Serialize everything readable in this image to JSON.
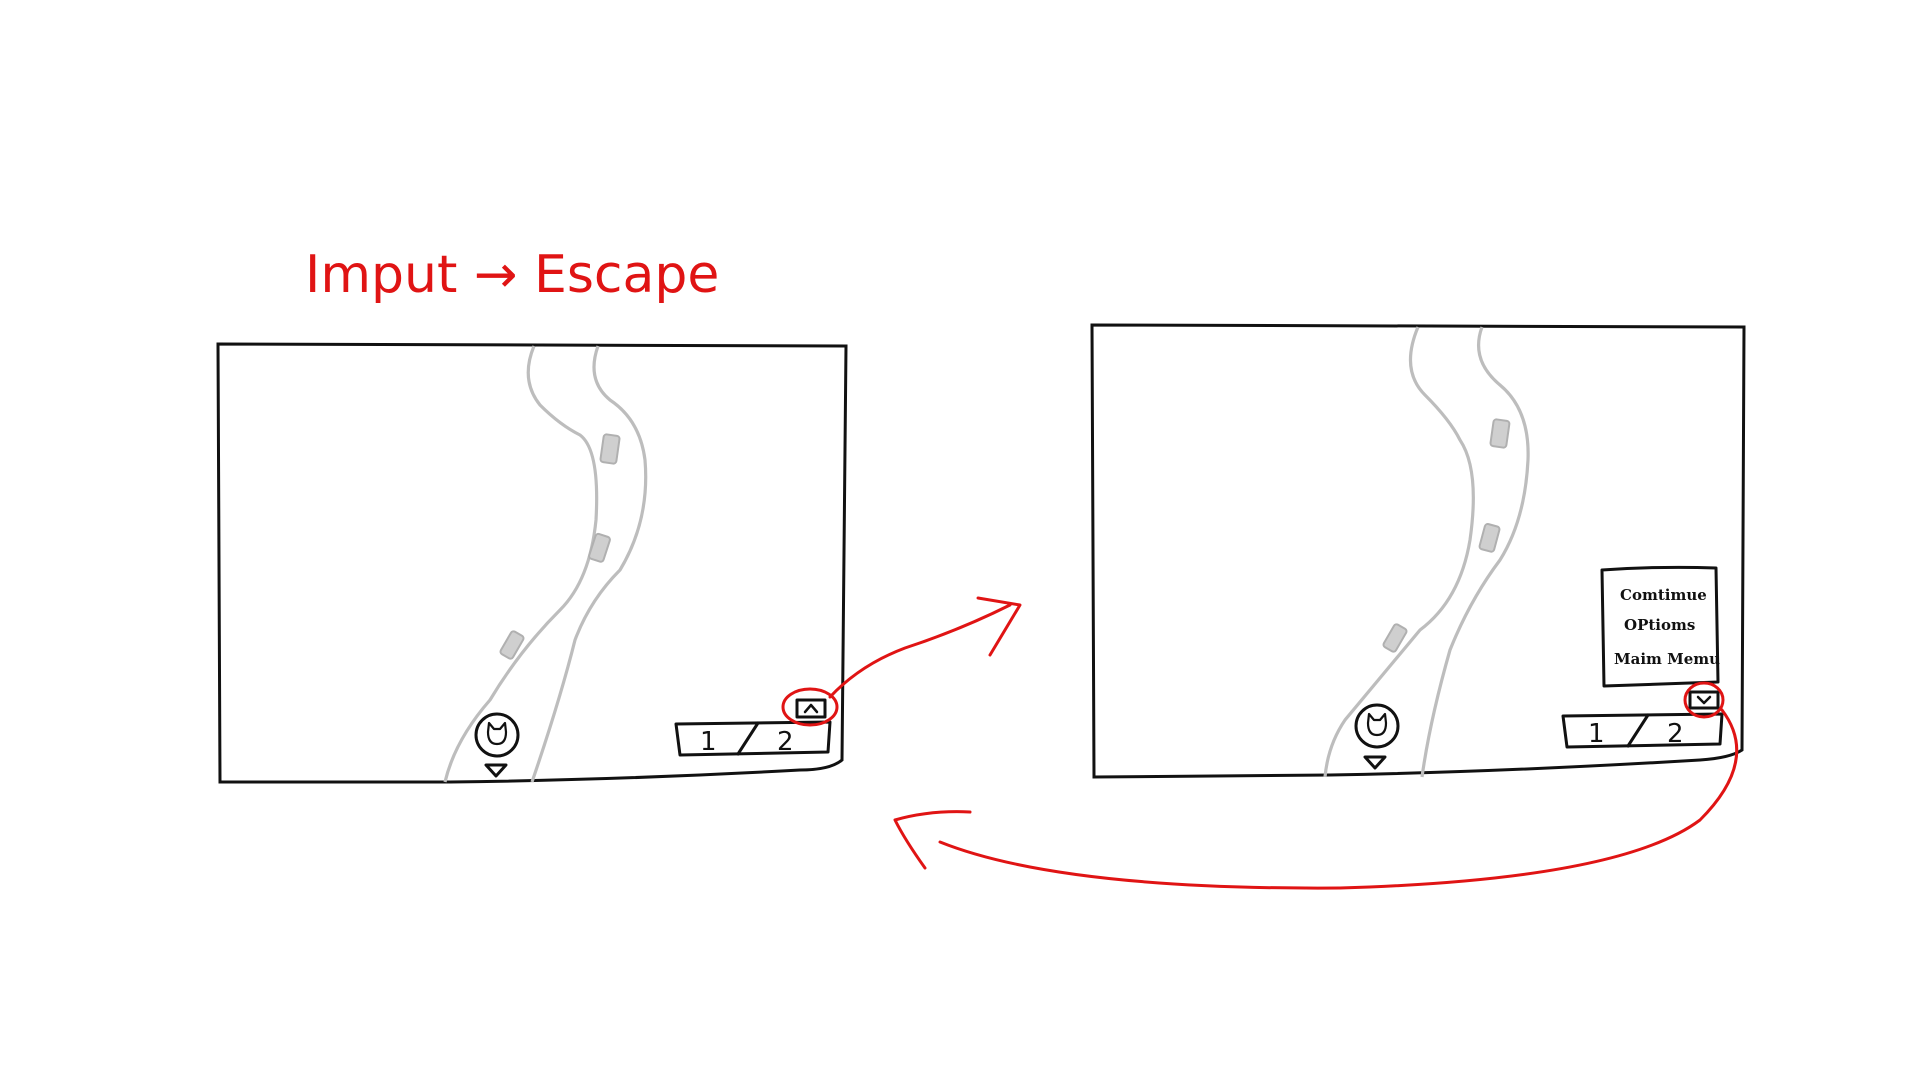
{
  "title": "Imput → Escape",
  "left_screen": {
    "hotbar": [
      "1",
      "2"
    ],
    "menu_toggle_icon": "chevron-up-icon",
    "player_icon": "cat-face-icon"
  },
  "right_screen": {
    "hotbar": [
      "1",
      "2"
    ],
    "menu_toggle_icon": "chevron-down-icon",
    "player_icon": "cat-face-icon",
    "pause_menu": [
      "Comtimue",
      "OPtioms",
      "Maim Memu"
    ]
  },
  "colors": {
    "annotation": "#e01414",
    "ink": "#111111",
    "road": "#bdbdbd"
  }
}
